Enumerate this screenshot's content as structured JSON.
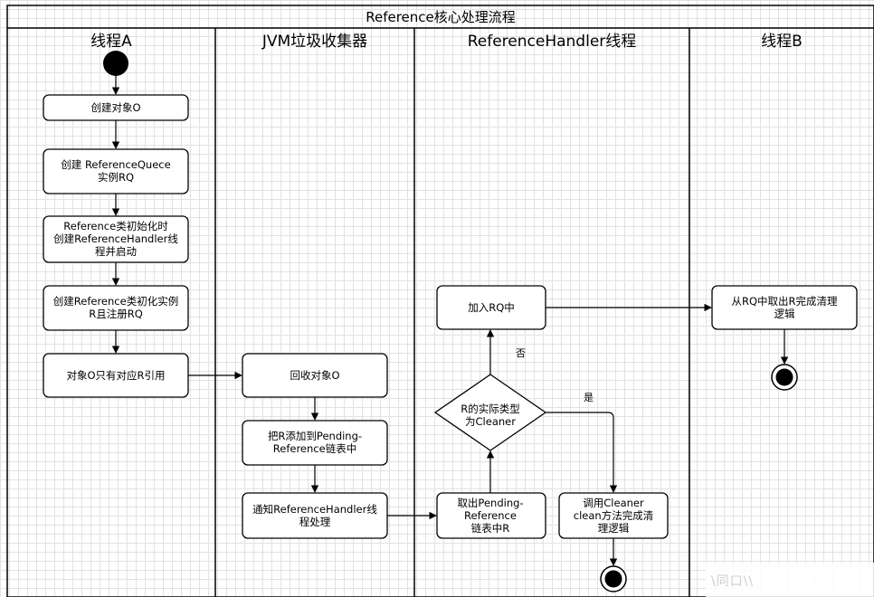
{
  "title": "Reference核心处理流程",
  "lanes": {
    "thread_a": "线程A",
    "jvm_gc": "JVM垃圾收集器",
    "handler": "ReferenceHandler线程",
    "thread_b": "线程B"
  },
  "nodes": {
    "create_o": [
      "创建对象O"
    ],
    "create_rq": [
      "创建 ReferenceQuece",
      "实例RQ"
    ],
    "ref_init": [
      "Reference类初始化时",
      "创建ReferenceHandler线",
      "程并启动"
    ],
    "create_r": [
      "创建Reference类初化实例",
      "R且注册RQ"
    ],
    "only_r": [
      "对象O只有对应R引用"
    ],
    "reclaim_o": [
      "回收对象O"
    ],
    "add_pending": [
      "把R添加到Pending-",
      "Reference链表中"
    ],
    "notify_handler": [
      "通知ReferenceHandler线",
      "程处理"
    ],
    "take_pending": [
      "取出Pending-",
      "Reference",
      "链表中R"
    ],
    "is_cleaner": [
      "R的实际类型",
      "为Cleaner"
    ],
    "enqueue_rq": [
      "加入RQ中"
    ],
    "call_clean": [
      "调用Cleaner",
      "clean方法完成清",
      "理逻辑"
    ],
    "take_rq": [
      "从RQ中取出R完成清理",
      "逻辑"
    ]
  },
  "edge_labels": {
    "no": "否",
    "yes": "是"
  },
  "watermark": "\\同口\\\\"
}
